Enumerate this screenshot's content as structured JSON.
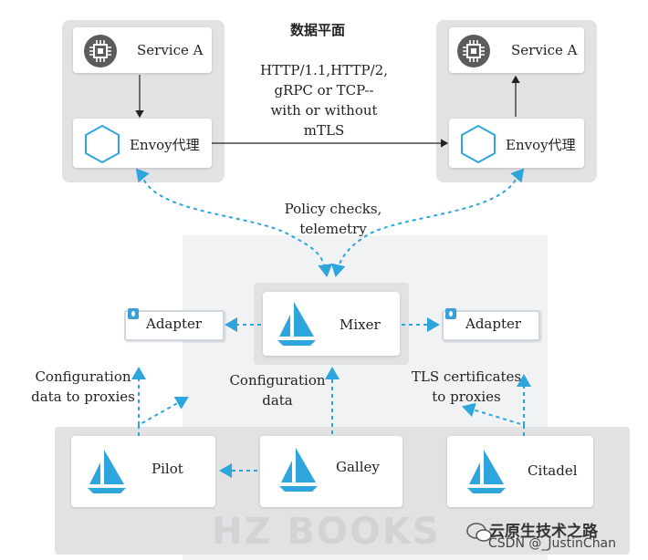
{
  "header": {
    "title": "数据平面"
  },
  "data_plane": {
    "left": {
      "service_label": "Service A",
      "envoy_label": "Envoy代理"
    },
    "right": {
      "service_label": "Service A",
      "envoy_label": "Envoy代理"
    },
    "protocol_text": [
      "HTTP/1.1,HTTP/2,",
      "gRPC or TCP--",
      "with or without",
      "mTLS"
    ]
  },
  "policy_text": [
    "Policy checks,",
    "telemetry"
  ],
  "control_plane": {
    "mixer_label": "Mixer",
    "adapter_left_label": "Adapter",
    "adapter_right_label": "Adapter",
    "pilot_label": "Pilot",
    "galley_label": "Galley",
    "citadel_label": "Citadel",
    "config_proxies_text": [
      "Configuration",
      "data to proxies"
    ],
    "config_data_text": [
      "Configuration",
      "data"
    ],
    "tls_text": [
      "TLS certificates",
      "to proxies"
    ]
  },
  "watermark": {
    "background": "HZ BOOKS",
    "brand": "云原生技术之路",
    "csdn": "CSDN @_JustinChan"
  },
  "colors": {
    "panel": "#e2e2e4",
    "accent": "#2ea6dd",
    "chip": "#5c5c5c"
  }
}
